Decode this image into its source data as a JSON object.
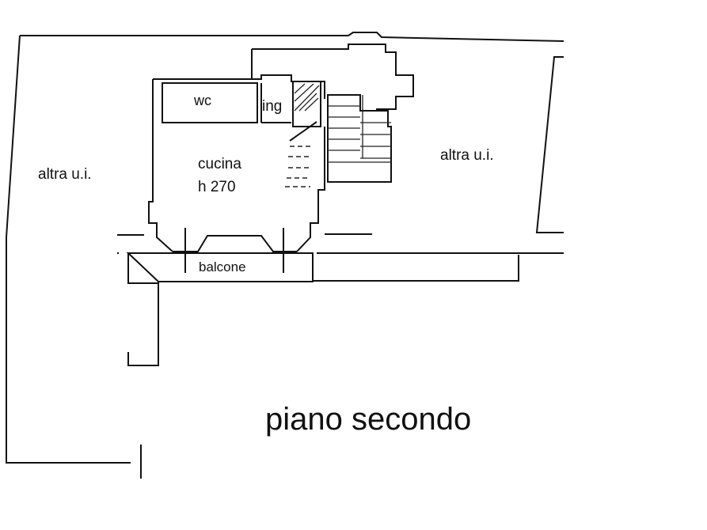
{
  "labels": {
    "left_unit": "altra u.i.",
    "right_unit": "altra u.i.",
    "wc": "wc",
    "entrance": "ing",
    "kitchen": "cucina",
    "kitchen_height": "h 270",
    "balcony": "balcone",
    "floor_title": "piano secondo"
  },
  "colors": {
    "line": "#111111",
    "background": "#ffffff"
  }
}
